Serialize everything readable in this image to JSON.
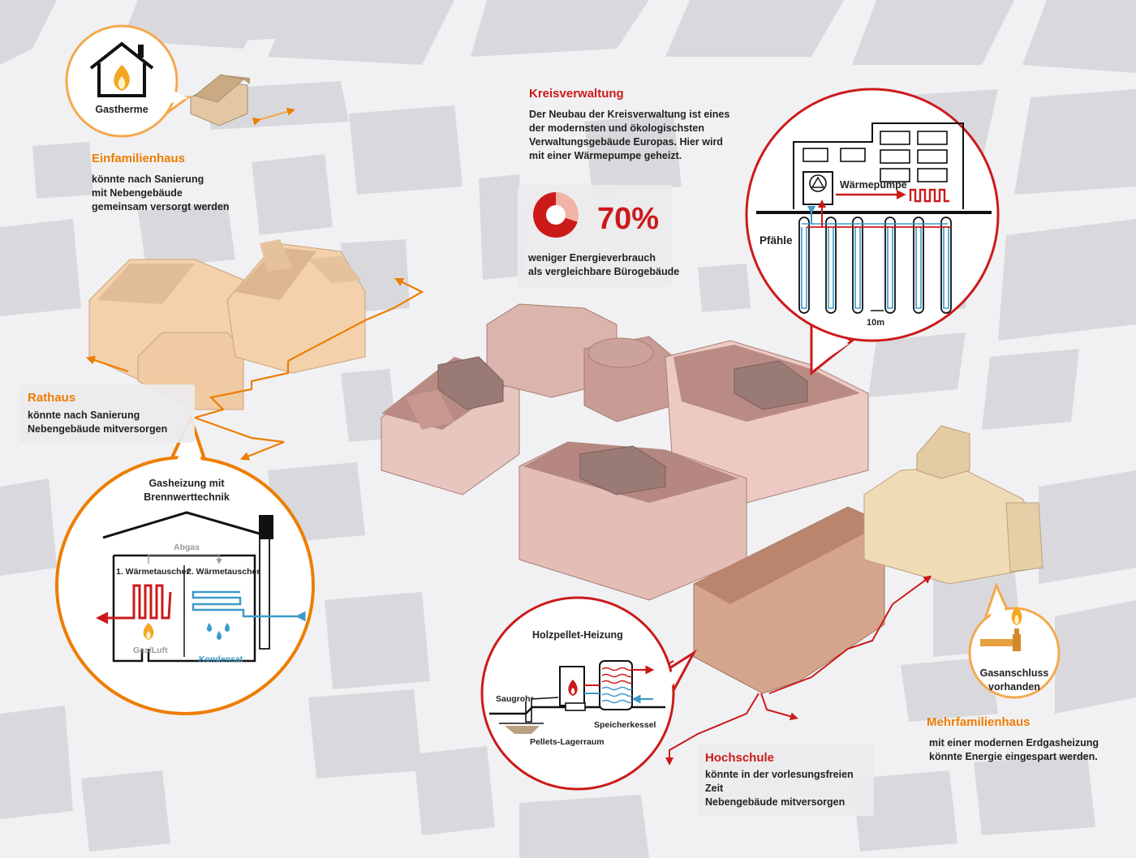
{
  "labels": {
    "gastherme": "Gastherme",
    "einfamilienhaus": {
      "title": "Einfamilienhaus",
      "text": "könnte nach Sanierung\nmit Nebengebäude\ngemeinsam versorgt werden"
    },
    "rathaus": {
      "title": "Rathaus",
      "text": "könnte nach Sanierung\nNebengebäude mitversorgen"
    },
    "kreisverwaltung": {
      "title": "Kreisverwaltung",
      "text": "Der Neubau der Kreisverwaltung ist eines\nder modernsten und ökologischsten\nVerwaltungsgebäude Europas. Hier wird\nmit einer Wärmepumpe geheizt."
    },
    "stat": {
      "value": "70%",
      "text": "weniger Energieverbrauch\nals vergleichbare Bürogebäude",
      "fraction": 0.7
    },
    "waermepumpe": {
      "pump_label": "Wärmepumpe",
      "piles_label": "Pfähle",
      "scale_label": "10m"
    },
    "gasheizung": {
      "title": "Gasheizung mit\nBrennwerttechnik",
      "abgas": "Abgas",
      "wt1": "1. Wärmetauscher",
      "wt2": "2. Wärmetauscher",
      "gasluft": "Gas/Luft",
      "kondensat": "Kondensat"
    },
    "holzpellet": {
      "title": "Holzpellet-Heizung",
      "saugrohr": "Saugrohr",
      "speicher": "Speicherkessel",
      "lager": "Pellets-Lagerraum"
    },
    "hochschule": {
      "title": "Hochschule",
      "text": "könnte in der vorlesungsfreien Zeit\nNebengebäude mitversorgen"
    },
    "gasanschluss": "Gasanschluss\nvorhanden",
    "mehrfamilienhaus": {
      "title": "Mehrfamilienhaus",
      "text": "mit einer modernen Erdgasheizung\nkönnte Energie eingespart werden."
    }
  },
  "colors": {
    "orange": "#ee7d00",
    "red": "#cc1a1a",
    "blue": "#3c9ac9",
    "building_beige": "#f3d1ab",
    "building_pink": "#e8c6c0",
    "map_block": "#d8d8dc"
  },
  "icons": [
    "house-flame-icon",
    "flame-icon",
    "gas-pipe-flame-icon",
    "pie-chart-icon"
  ]
}
